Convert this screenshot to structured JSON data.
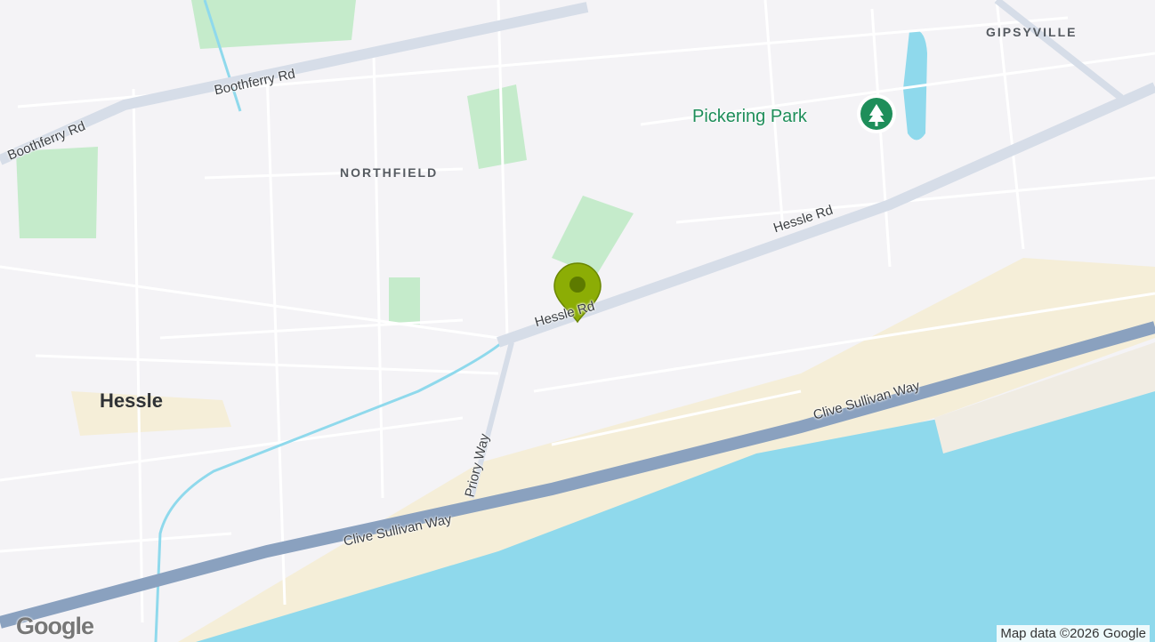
{
  "map": {
    "district_labels": [
      "NORTHFIELD",
      "GIPSYVILLE"
    ],
    "town_label": "Hessle",
    "road_labels": {
      "boothferry_1": "Boothferry Rd",
      "boothferry_2": "Boothferry Rd",
      "hessle_rd_1": "Hessle Rd",
      "hessle_rd_2": "Hessle Rd",
      "priory": "Priory Way",
      "clive_1": "Clive Sullivan Way",
      "clive_2": "Clive Sullivan Way"
    },
    "park": {
      "name": "Pickering Park",
      "icon": "tree-icon"
    },
    "marker": {
      "icon": "map-pin-icon",
      "color": "#8cad05"
    },
    "attribution": "Map data ©2026 Google",
    "logo": "Google",
    "colors": {
      "water": "#8fd9ec",
      "land": "#f4f3f6",
      "green": "#c5ebcb",
      "major_road": "#8aa1bf",
      "beach": "#f5eed8"
    }
  }
}
